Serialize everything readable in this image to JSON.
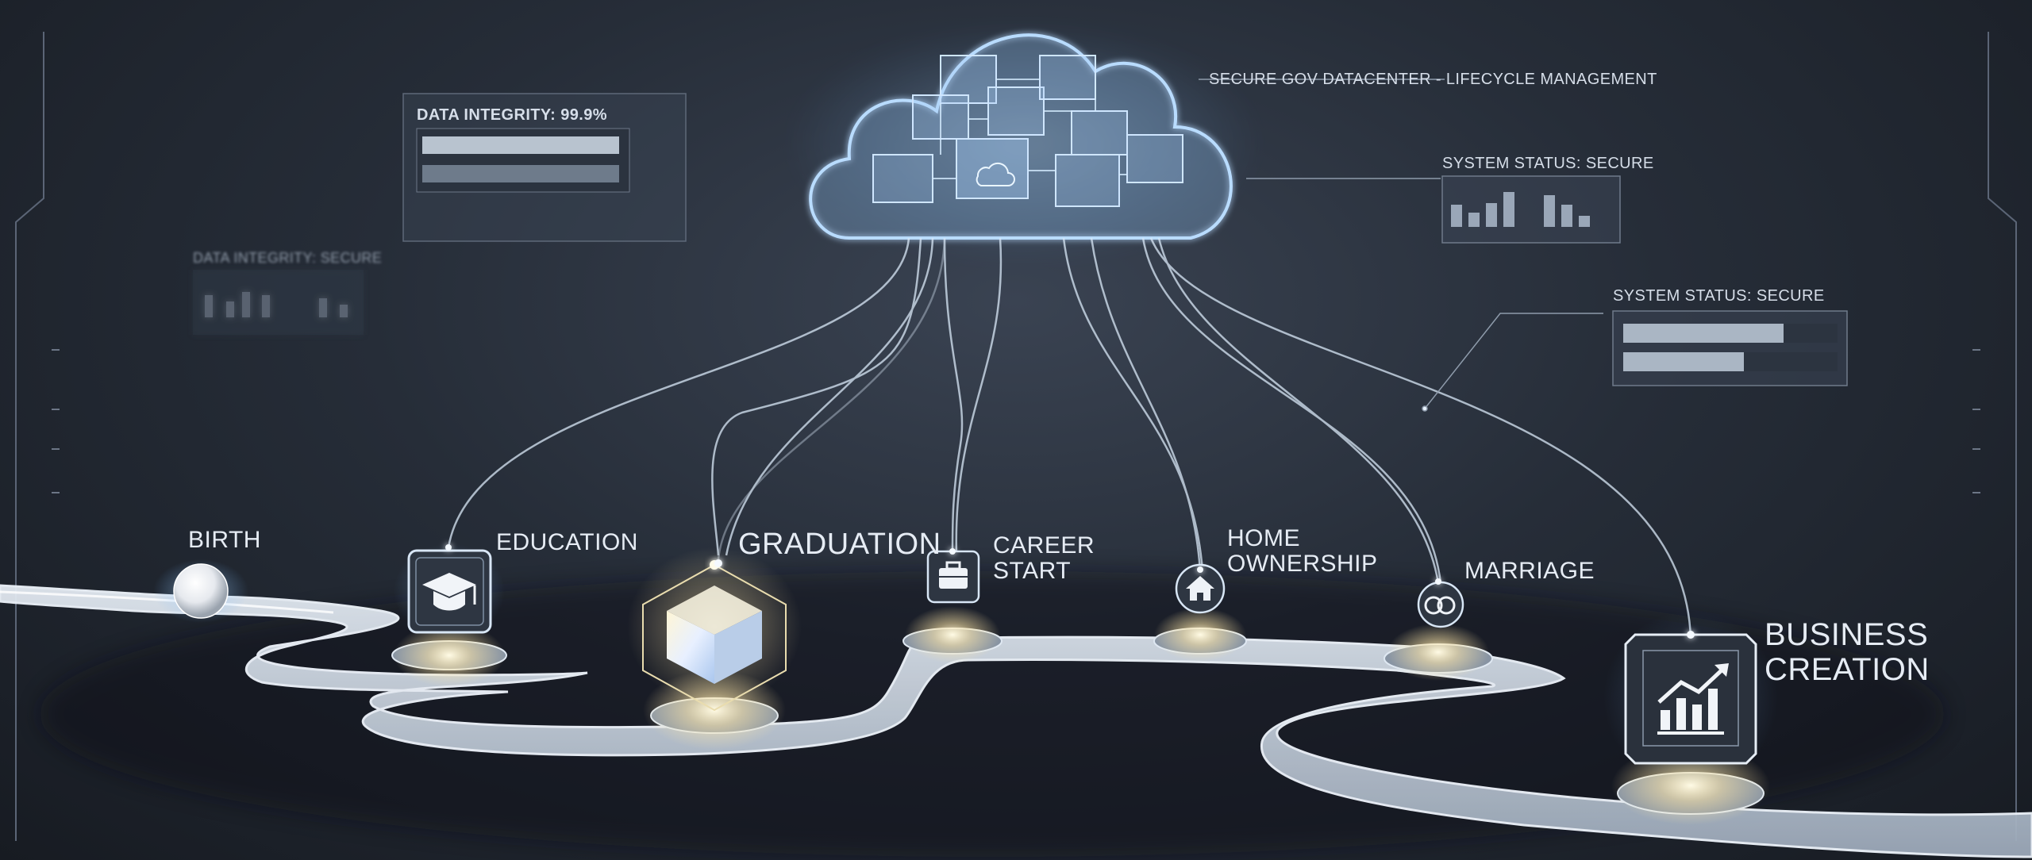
{
  "header_labels": {
    "datacenter": "SECURE GOV DATACENTER - LIFECYCLE MANAGEMENT",
    "status_top": "SYSTEM STATUS: SECURE",
    "status_mid": "SYSTEM STATUS: SECURE",
    "integrity_panel": "DATA INTEGRITY: 99.9%",
    "integrity_blur": "DATA INTEGRITY: SECURE"
  },
  "milestones": {
    "birth": "BIRTH",
    "education": "EDUCATION",
    "graduation": "GRADUATION",
    "career": "CAREER\nSTART",
    "home": "HOME\nOWNERSHIP",
    "marriage": "MARRIAGE",
    "business": "BUSINESS\nCREATION"
  },
  "colors": {
    "accent": "#9fd3ff",
    "glow": "#fff3c8",
    "road": "#c9d3de"
  },
  "icons": {
    "education": "graduation-cap-icon",
    "graduation": "cube-icon",
    "career": "briefcase-icon",
    "home": "house-icon",
    "marriage": "rings-icon",
    "business": "growth-chart-icon",
    "cloud": "cloud-icon"
  }
}
